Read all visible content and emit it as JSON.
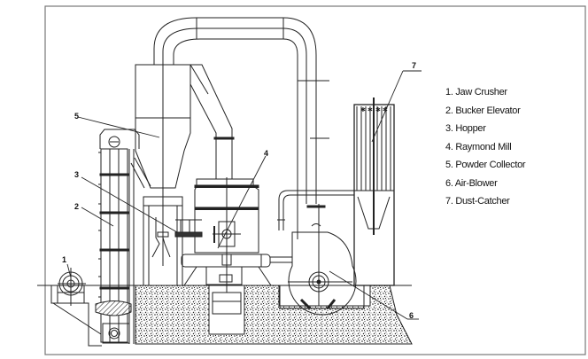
{
  "diagram": {
    "subject": "Raymond Mill grinding plant layout",
    "callouts": [
      "1",
      "2",
      "3",
      "4",
      "5",
      "6",
      "7"
    ],
    "legend": [
      "1. Jaw  Crusher",
      "2. Bucker Elevator",
      "3. Hopper",
      "4. Raymond Mill",
      "5. Powder Collector",
      "6. Air-Blower",
      "7. Dust-Catcher"
    ]
  }
}
